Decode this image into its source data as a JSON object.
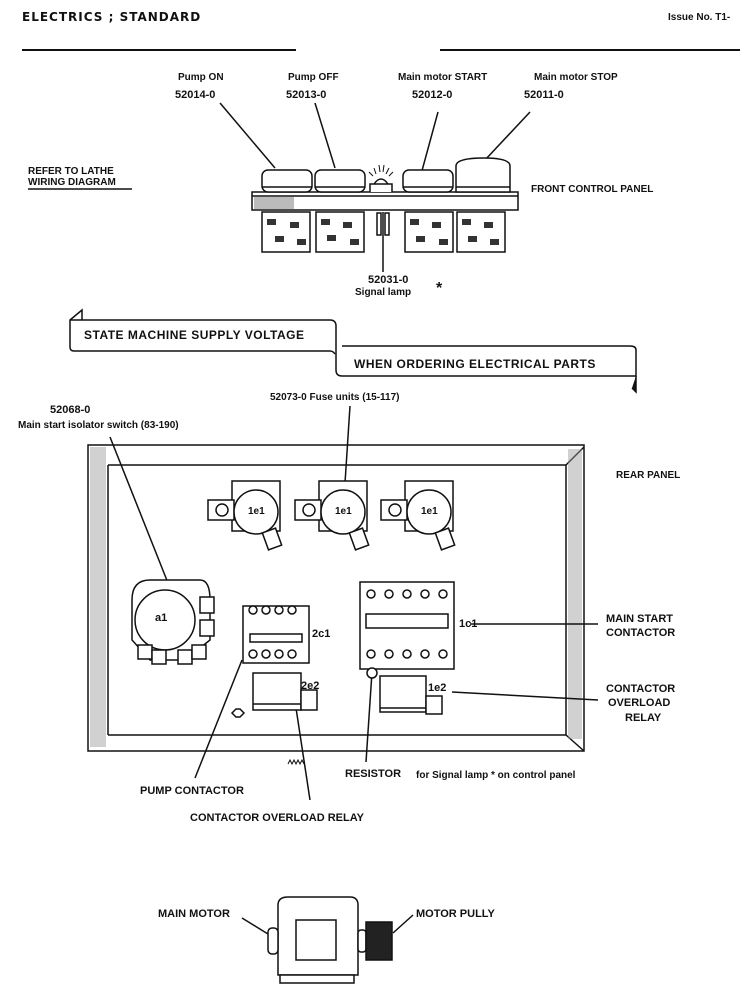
{
  "header": {
    "title": "ELECTRICS ; STANDARD",
    "issue": "Issue No. T1-"
  },
  "front_panel": {
    "label": "FRONT CONTROL PANEL",
    "note": [
      "REFER TO LATHE",
      "WIRING DIAGRAM"
    ],
    "buttons": [
      {
        "name": "Pump ON",
        "part": "52014-0"
      },
      {
        "name": "Pump OFF",
        "part": "52013-0"
      },
      {
        "name": "Main motor START",
        "part": "52012-0"
      },
      {
        "name": "Main motor STOP",
        "part": "52011-0"
      }
    ],
    "signal_lamp": {
      "part": "52031-0",
      "name": "Signal lamp",
      "mark": "*"
    }
  },
  "banner": {
    "line1": "STATE MACHINE SUPPLY VOLTAGE",
    "line2": "WHEN ORDERING ELECTRICAL PARTS"
  },
  "rear_panel": {
    "label": "REAR PANEL",
    "isolator": {
      "part": "52068-0",
      "name": "Main start isolator switch (83-190)",
      "code": "a1"
    },
    "fuses": {
      "label": "52073-0 Fuse units (15-117)",
      "codes": [
        "1e1",
        "1e1",
        "1e1"
      ]
    },
    "pump_contactor": {
      "code": "2c1",
      "label": "PUMP CONTACTOR"
    },
    "pump_overload": {
      "code": "2e2",
      "label": "CONTACTOR OVERLOAD RELAY"
    },
    "main_contactor": {
      "code": "1c1",
      "label": [
        "MAIN START",
        "CONTACTOR"
      ]
    },
    "main_overload": {
      "code": "1e2",
      "label": [
        "CONTACTOR",
        "OVERLOAD",
        "RELAY"
      ]
    },
    "resistor": {
      "label": "RESISTOR",
      "note": "for Signal lamp * on control panel"
    }
  },
  "motor": {
    "main_motor": "MAIN MOTOR",
    "pulley": "MOTOR PULLY"
  }
}
